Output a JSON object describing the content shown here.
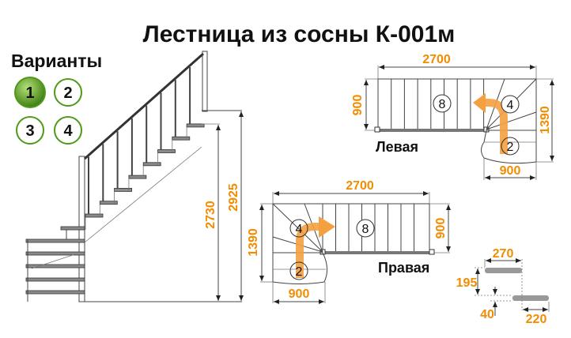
{
  "title": "Лестница из сосны К-001м",
  "variants": {
    "label": "Варианты",
    "options": [
      "1",
      "2",
      "3",
      "4"
    ],
    "selected": "1"
  },
  "elevation": {
    "height_floor": "2730",
    "height_total": "2925"
  },
  "plan_left": {
    "label": "Левая",
    "length": "2700",
    "width": "900",
    "depth": "1390",
    "bottom_width": "900",
    "steps_straight": "8",
    "steps_winder": "4",
    "steps_lower": "2"
  },
  "plan_right": {
    "label": "Правая",
    "length": "2700",
    "width": "900",
    "depth": "1390",
    "bottom_width": "900",
    "steps_straight": "8",
    "steps_winder": "4",
    "steps_lower": "2"
  },
  "step_detail": {
    "tread_depth": "270",
    "rise": "195",
    "thickness": "40",
    "going": "220"
  },
  "colors": {
    "accent": "#f28c00",
    "variant_green": "#4e9a1a",
    "arrow": "#f5a040"
  }
}
